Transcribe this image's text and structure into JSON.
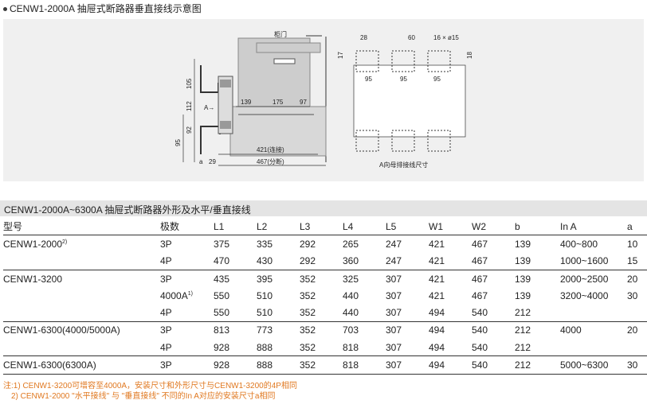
{
  "top_title": "CENW1-2000A 抽屉式断路器垂直接线示意图",
  "diagram": {
    "cabinet_door": "柜门",
    "arrow_label": "A→",
    "dims_left": [
      "105",
      "112",
      "95",
      "92"
    ],
    "dims_mid": [
      "139",
      "175",
      "97"
    ],
    "dim_421": "421(连接)",
    "dim_467": "467(分断)",
    "dim_a": "a",
    "dim_29": "29",
    "dims_right": [
      "28",
      "60",
      "16 × ø15",
      "17",
      "95",
      "95",
      "95",
      "18"
    ],
    "right_caption": "A向母排接线尺寸"
  },
  "table_title": "CENW1-2000A~6300A 抽屉式断路器外形及水平/垂直接线",
  "headers": [
    "型号",
    "极数",
    "L1",
    "L2",
    "L3",
    "L4",
    "L5",
    "W1",
    "W2",
    "b",
    "In A",
    "a"
  ],
  "rows": [
    {
      "model": "CENW1-2000",
      "sup": "2)",
      "poles": "3P",
      "poles_sup": "",
      "L1": "375",
      "L2": "335",
      "L3": "292",
      "L4": "265",
      "L5": "247",
      "W1": "421",
      "W2": "467",
      "b": "139",
      "In": "400~800",
      "a": "10"
    },
    {
      "model": "",
      "sup": "",
      "poles": "4P",
      "poles_sup": "",
      "L1": "470",
      "L2": "430",
      "L3": "292",
      "L4": "360",
      "L5": "247",
      "W1": "421",
      "W2": "467",
      "b": "139",
      "In": "1000~1600",
      "a": "15"
    },
    {
      "model": "CENW1-3200",
      "sup": "",
      "poles": "3P",
      "poles_sup": "",
      "L1": "435",
      "L2": "395",
      "L3": "352",
      "L4": "325",
      "L5": "307",
      "W1": "421",
      "W2": "467",
      "b": "139",
      "In": "2000~2500",
      "a": "20"
    },
    {
      "model": "",
      "sup": "",
      "poles": "4000A",
      "poles_sup": "1)",
      "L1": "550",
      "L2": "510",
      "L3": "352",
      "L4": "440",
      "L5": "307",
      "W1": "421",
      "W2": "467",
      "b": "139",
      "In": "3200~4000",
      "a": "30"
    },
    {
      "model": "",
      "sup": "",
      "poles": "4P",
      "poles_sup": "",
      "L1": "550",
      "L2": "510",
      "L3": "352",
      "L4": "440",
      "L5": "307",
      "W1": "494",
      "W2": "540",
      "b": "212",
      "In": "",
      "a": ""
    },
    {
      "model": "CENW1-6300(4000/5000A)",
      "sup": "",
      "poles": "3P",
      "poles_sup": "",
      "L1": "813",
      "L2": "773",
      "L3": "352",
      "L4": "703",
      "L5": "307",
      "W1": "494",
      "W2": "540",
      "b": "212",
      "In": "4000",
      "a": "20"
    },
    {
      "model": "",
      "sup": "",
      "poles": "4P",
      "poles_sup": "",
      "L1": "928",
      "L2": "888",
      "L3": "352",
      "L4": "818",
      "L5": "307",
      "W1": "494",
      "W2": "540",
      "b": "212",
      "In": "",
      "a": ""
    },
    {
      "model": "CENW1-6300(6300A)",
      "sup": "",
      "poles": "3P",
      "poles_sup": "",
      "L1": "928",
      "L2": "888",
      "L3": "352",
      "L4": "818",
      "L5": "307",
      "W1": "494",
      "W2": "540",
      "b": "212",
      "In": "5000~6300",
      "a": "30"
    }
  ],
  "notes": [
    "注:1) CENW1-3200可增容至4000A，安装尺寸和外形尺寸与CENW1-3200的4P相同",
    "2) CENW1-2000 \"水平接线\" 与 \"垂直接线\" 不同的In A对应的安装尺寸a相同"
  ]
}
